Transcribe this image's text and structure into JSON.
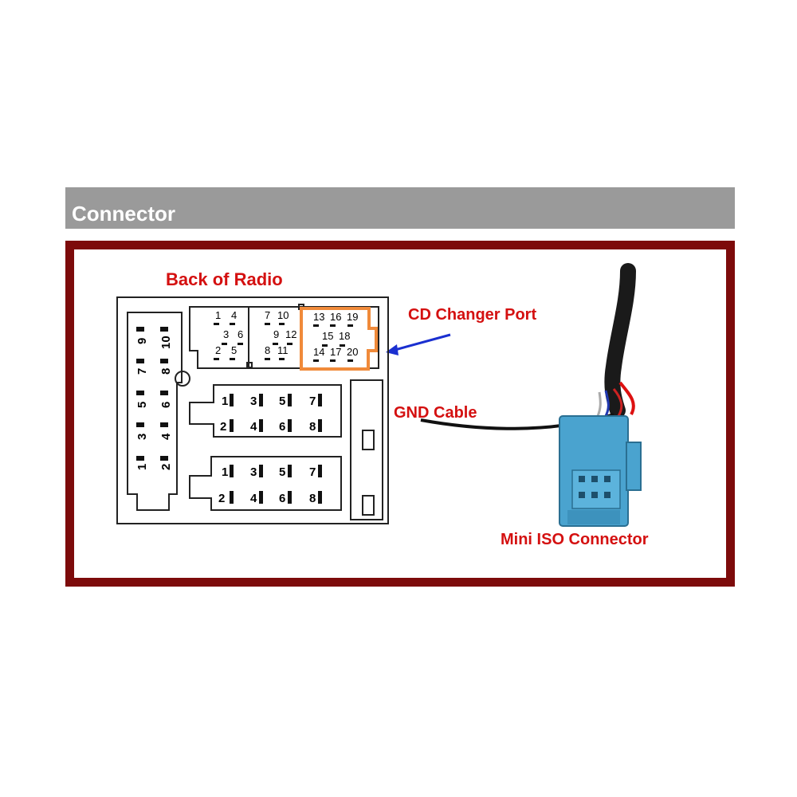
{
  "header": {
    "title": "Connector"
  },
  "labels": {
    "back_of_radio": "Back of Radio",
    "cd_changer_port": "CD Changer Port",
    "gnd_cable": "GND Cable",
    "mini_iso_connector": "Mini ISO Connector"
  },
  "pins": {
    "cd_block_top": [
      "1",
      "4",
      "7",
      "10",
      "13",
      "16",
      "19"
    ],
    "cd_block_mid": [
      "3",
      "6",
      "9",
      "12",
      "15",
      "18"
    ],
    "cd_block_bot": [
      "2",
      "5",
      "8",
      "11",
      "14",
      "17",
      "20"
    ],
    "left_block": [
      "9",
      "10",
      "7",
      "8",
      "5",
      "6",
      "3",
      "4",
      "1",
      "2"
    ],
    "block_a_top": [
      "1",
      "3",
      "5",
      "7"
    ],
    "block_a_bot": [
      "2",
      "4",
      "6",
      "8"
    ],
    "block_b_top": [
      "1",
      "3",
      "5",
      "7"
    ],
    "block_b_bot": [
      "2",
      "4",
      "6",
      "8"
    ]
  },
  "colors": {
    "frame": "#7d0b0b",
    "header": "#9a9a9a",
    "label_red": "#d41010",
    "highlight_orange": "#f08a3a",
    "arrow_blue": "#1a2fd0",
    "connector_blue": "#4aa3cf"
  }
}
